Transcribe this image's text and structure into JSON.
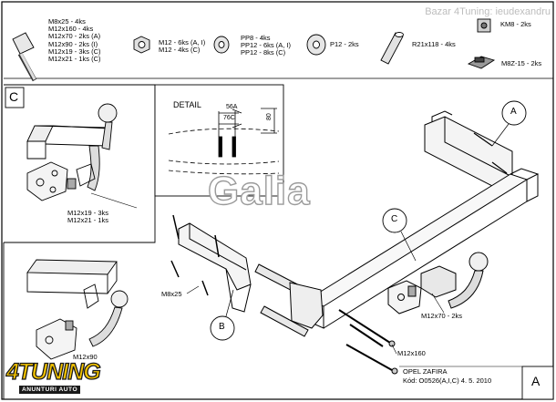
{
  "watermark": "Bazar 4Tuning: ieudexandru",
  "hardware": {
    "bolts": [
      "M8x25 - 4ks",
      "M12x160 - 4ks",
      "M12x70 - 2ks (A)",
      "M12x90 - 2ks (I)",
      "M12x19 - 3ks (C)",
      "M12x21 - 1ks (C)"
    ],
    "nuts": [
      "M12 - 6ks (A, I)",
      "M12 - 4ks (C)"
    ],
    "washers": [
      "PP8 - 4ks",
      "PP12 - 6ks (A, I)",
      "PP12 - 8ks (C)"
    ],
    "washer_p12": "P12 - 2ks",
    "spacer": "R21x118 - 4ks",
    "cage_nut": "KM8 - 2ks",
    "clip_nut": "M8Z-15 - 2ks"
  },
  "detail": {
    "title": "DETAIL",
    "dim_56a": "56A",
    "dim_76c": "76C",
    "dim_80": "80"
  },
  "panel_c": {
    "letter": "C",
    "top_labels": [
      "M12x19 - 3ks",
      "M12x21 - 1ks"
    ],
    "bottom_label": "M12x90"
  },
  "callouts": {
    "a": "A",
    "b": "B",
    "c": "C",
    "m8x25": "M8x25",
    "m12x70": "M12x70 - 2ks",
    "m12x160": "M12x160"
  },
  "brand_mark": "Galia",
  "footer": {
    "model": "OPEL ZAFIRA",
    "code": "Kód: O0526(A,I,C)   4. 5. 2010",
    "sheet": "A"
  },
  "logo": {
    "main": "4TUNING",
    "sub": "ANUNTURI AUTO"
  }
}
